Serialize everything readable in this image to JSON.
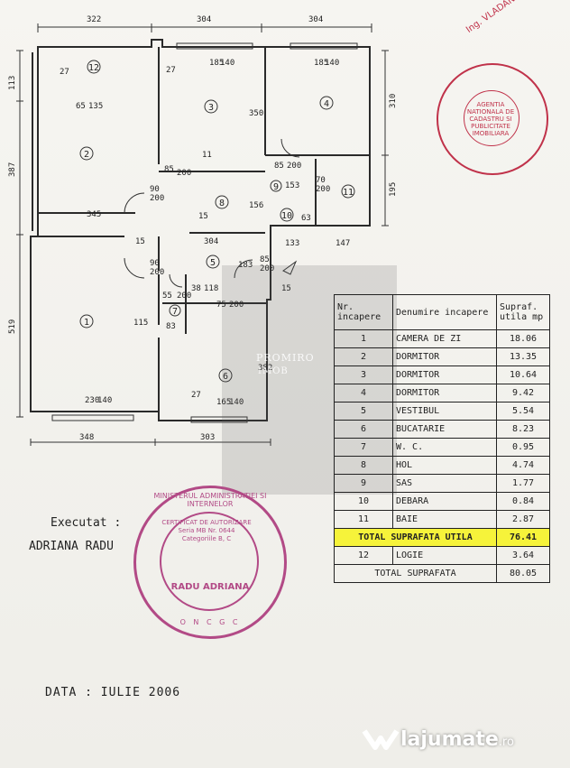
{
  "dims": {
    "top": [
      "322",
      "304",
      "304"
    ],
    "left": [
      "113",
      "387",
      "519"
    ],
    "right": [
      "310",
      "195"
    ],
    "bottom": [
      "348",
      "303"
    ],
    "inner": [
      "27",
      "65",
      "135",
      "185",
      "140",
      "185",
      "140",
      "27",
      "350",
      "11",
      "85",
      "200",
      "90",
      "200",
      "345",
      "15",
      "156",
      "85",
      "200",
      "153",
      "70",
      "200",
      "63",
      "15",
      "304",
      "133",
      "147",
      "90",
      "200",
      "183",
      "85",
      "200",
      "15",
      "55",
      "200",
      "38",
      "118",
      "75",
      "200",
      "115",
      "83",
      "382",
      "27",
      "165",
      "140",
      "230",
      "140"
    ]
  },
  "room_numbers": [
    "1",
    "2",
    "3",
    "4",
    "5",
    "6",
    "7",
    "8",
    "9",
    "10",
    "11",
    "12"
  ],
  "table": {
    "headers": [
      "Nr. incapere",
      "Denumire incapere",
      "Supraf. utila mp"
    ],
    "rows": [
      {
        "nr": "1",
        "name": "CAMERA DE ZI",
        "area": "18.06"
      },
      {
        "nr": "2",
        "name": "DORMITOR",
        "area": "13.35"
      },
      {
        "nr": "3",
        "name": "DORMITOR",
        "area": "10.64"
      },
      {
        "nr": "4",
        "name": "DORMITOR",
        "area": "9.42"
      },
      {
        "nr": "5",
        "name": "VESTIBUL",
        "area": "5.54"
      },
      {
        "nr": "6",
        "name": "BUCATARIE",
        "area": "8.23"
      },
      {
        "nr": "7",
        "name": "W. C.",
        "area": "0.95"
      },
      {
        "nr": "8",
        "name": "HOL",
        "area": "4.74"
      },
      {
        "nr": "9",
        "name": "SAS",
        "area": "1.77"
      },
      {
        "nr": "10",
        "name": "DEBARA",
        "area": "0.84"
      },
      {
        "nr": "11",
        "name": "BAIE",
        "area": "2.87"
      }
    ],
    "total_useful_label": "TOTAL SUPRAFATA UTILA",
    "total_useful": "76.41",
    "loggia": {
      "nr": "12",
      "name": "LOGIE",
      "area": "3.64"
    },
    "total_label": "TOTAL SUPRAFATA",
    "total": "80.05"
  },
  "executed_label": "Executat :",
  "executed_name": "ADRIANA RADU",
  "date": "DATA : IULIE 2006",
  "stamp_main": {
    "ring_top": "MINISTERUL ADMINISTRATIEI SI INTERNELOR",
    "center": "CERTIFICAT DE AUTORIZARE Seria MB Nr. 0644 Categoriile B, C",
    "name": "RADU ADRIANA",
    "ring_bottom": "O N C G C"
  },
  "stamp_agency": {
    "center": "AGENTIA NATIONALA DE CADASTRU SI PUBLICITATE IMOBILIARA"
  },
  "engineer": "Ing. VLADAN",
  "watermark": {
    "line1": "PROMIRO",
    "line2": "IMOB"
  },
  "brand": {
    "name": "lajumate",
    "tld": ".ro"
  },
  "colors": {
    "highlight": "#f6f33a",
    "stamp_main": "#b24a86",
    "stamp_agency": "#c0324a"
  }
}
